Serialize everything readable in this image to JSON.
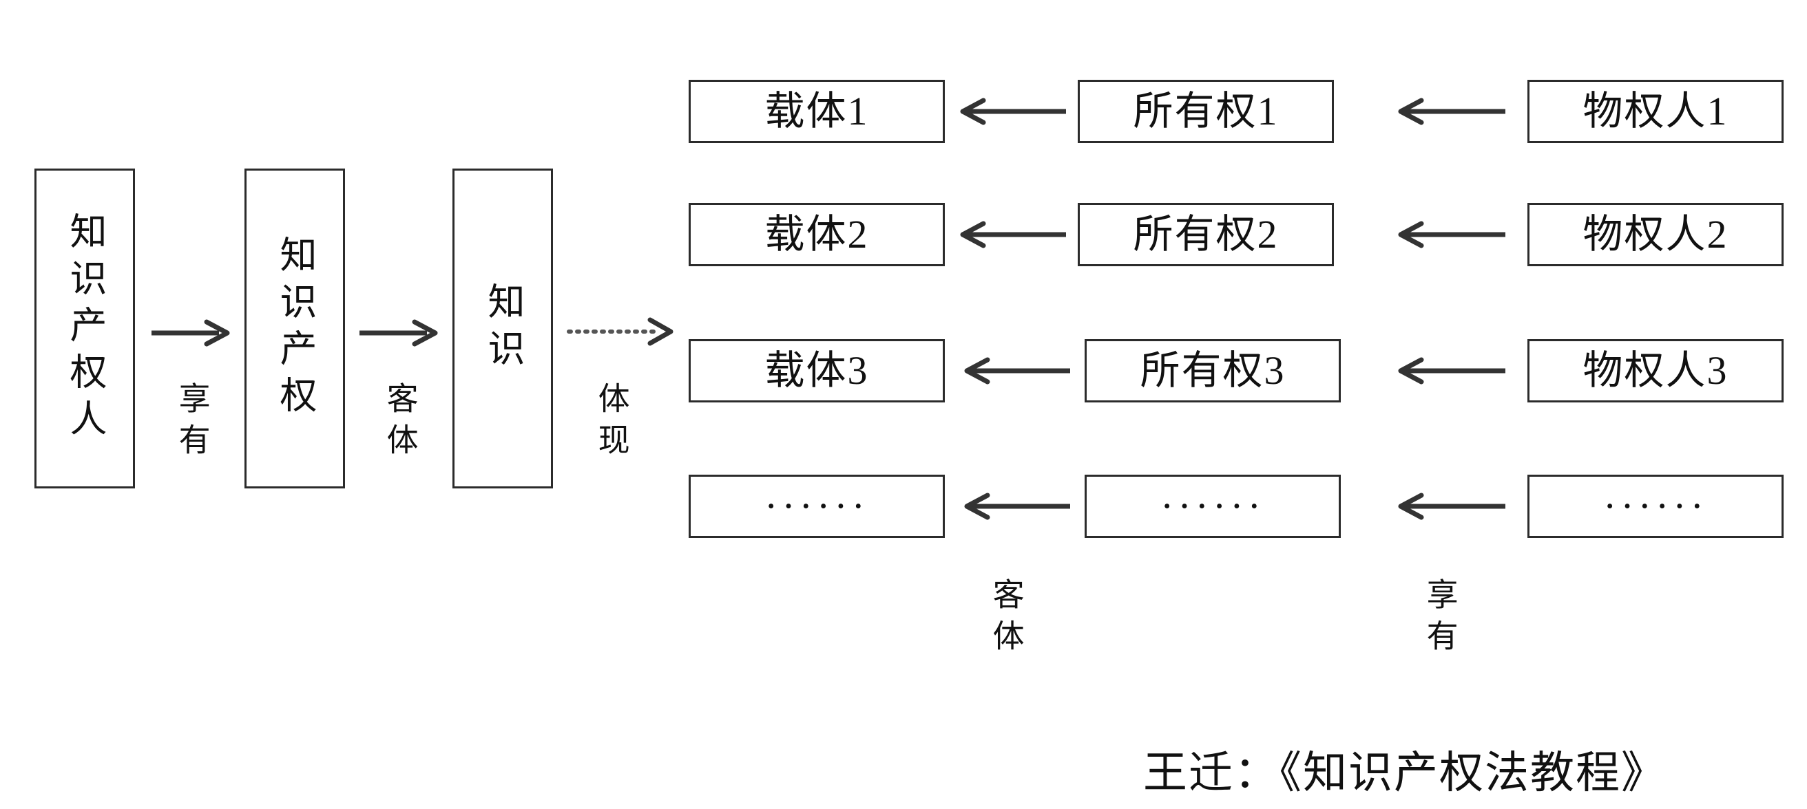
{
  "diagram": {
    "chain": {
      "boxes": [
        {
          "id": "rights-holder",
          "label": "知识产权人"
        },
        {
          "id": "intellectual-property",
          "label": "知识产权"
        },
        {
          "id": "knowledge",
          "label": "知识"
        }
      ],
      "edges": [
        {
          "id": "enjoy-1",
          "label": "享有",
          "style": "solid"
        },
        {
          "id": "object-1",
          "label": "客体",
          "style": "solid"
        },
        {
          "id": "embody",
          "label": "体现",
          "style": "dotted"
        }
      ]
    },
    "matrix": {
      "columns": [
        {
          "id": "carrier",
          "items": [
            "载体1",
            "载体2",
            "载体3",
            "······"
          ]
        },
        {
          "id": "ownership",
          "items": [
            "所有权1",
            "所有权2",
            "所有权3",
            "······"
          ]
        },
        {
          "id": "property-holder",
          "items": [
            "物权人1",
            "物权人2",
            "物权人3",
            "······"
          ]
        }
      ],
      "column_edge_labels": [
        {
          "id": "object-2",
          "label": "客体"
        },
        {
          "id": "enjoy-2",
          "label": "享有"
        }
      ]
    },
    "caption": "王迁：《知识产权法教程》",
    "colors": {
      "border": "#2b2b2b",
      "text": "#111111",
      "arrow": "#333333",
      "background": "#ffffff"
    }
  }
}
